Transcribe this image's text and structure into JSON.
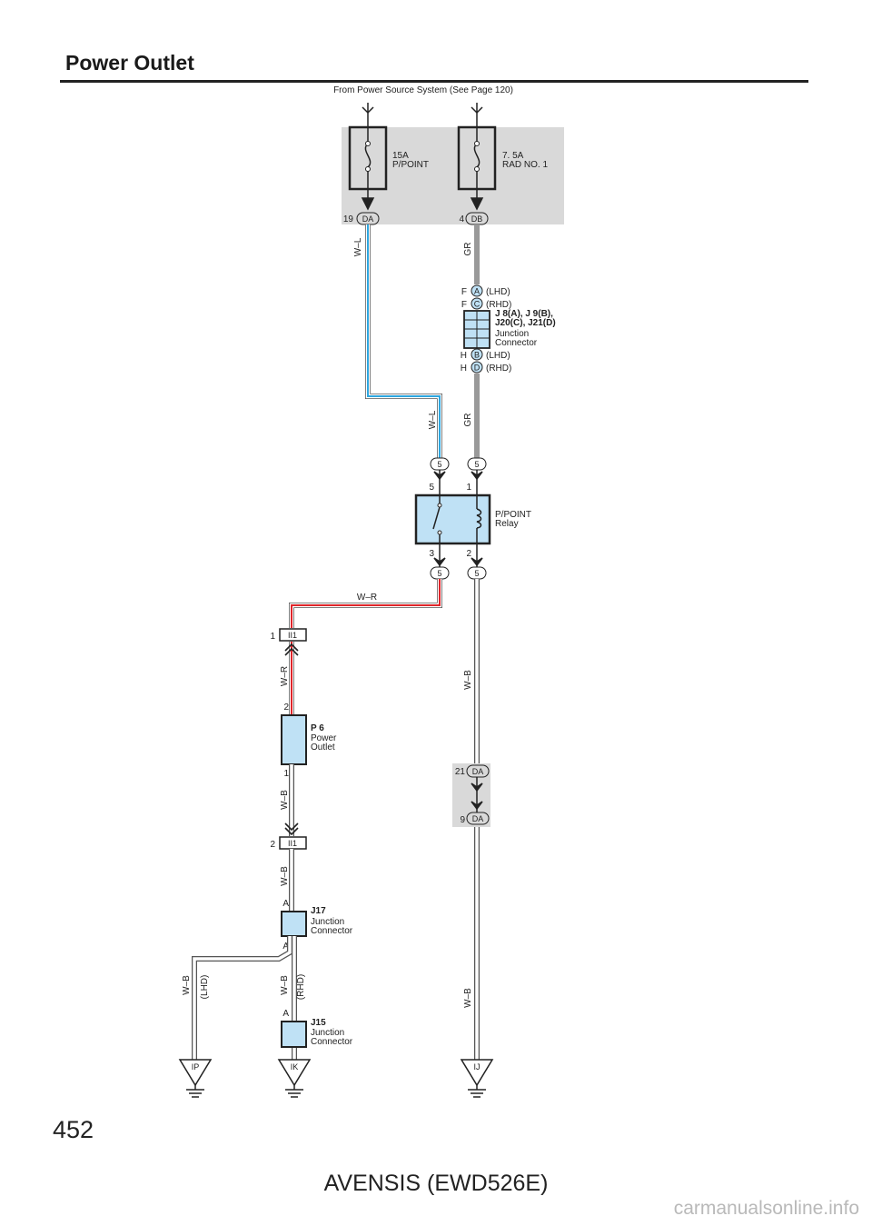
{
  "page_title": "Power Outlet",
  "source_note": "From Power Source System (See Page 120)",
  "fuses": [
    {
      "rating": "15A",
      "name": "P/POINT",
      "pin": "19",
      "connector": "DA"
    },
    {
      "rating": "7. 5A",
      "name": "RAD NO. 1",
      "pin": "4",
      "connector": "DB"
    }
  ],
  "wires": {
    "w_l": "W–L",
    "gr": "GR",
    "w_r": "W–R",
    "w_b": "W–B"
  },
  "junction_j8": {
    "pins_in": [
      {
        "pin": "F",
        "letter": "A",
        "variant": "(LHD)"
      },
      {
        "pin": "F",
        "letter": "C",
        "variant": "(RHD)"
      }
    ],
    "pins_out": [
      {
        "pin": "H",
        "letter": "B",
        "variant": "(LHD)"
      },
      {
        "pin": "H",
        "letter": "D",
        "variant": "(RHD)"
      }
    ],
    "code": "J 8(A), J 9(B),",
    "code2": "J20(C), J21(D)",
    "desc1": "Junction",
    "desc2": "Connector"
  },
  "relay": {
    "name1": "P/POINT",
    "name2": "Relay",
    "conn_label": "5",
    "pins": {
      "top_left": "5",
      "top_right": "1",
      "bottom_left": "3",
      "bottom_right": "2"
    }
  },
  "connector_ii1": {
    "label": "II1",
    "pin_top": "1",
    "pin_bottom": "2"
  },
  "outlet": {
    "code": "P 6",
    "desc1": "Power",
    "desc2": "Outlet",
    "pin_top": "2",
    "pin_bottom": "1"
  },
  "da_lower": {
    "pin_top": "21",
    "pin_bottom": "9",
    "connector": "DA"
  },
  "j17": {
    "code": "J17",
    "desc1": "Junction",
    "desc2": "Connector",
    "pin": "A"
  },
  "j15": {
    "code": "J15",
    "desc1": "Junction",
    "desc2": "Connector",
    "pin": "A"
  },
  "variants": {
    "lhd": "(LHD)",
    "rhd": "(RHD)"
  },
  "grounds": [
    "IP",
    "IK",
    "IJ"
  ],
  "page_number": "452",
  "footer_model": "AVENSIS (EWD526E)",
  "watermark": "carmanualsonline.info",
  "colors": {
    "fuse_box": "#d9d9d9",
    "component_fill": "#bfe1f5",
    "wire_blue": "#2ea7e0",
    "wire_red": "#e0262b",
    "wire_gray": "#999999"
  }
}
